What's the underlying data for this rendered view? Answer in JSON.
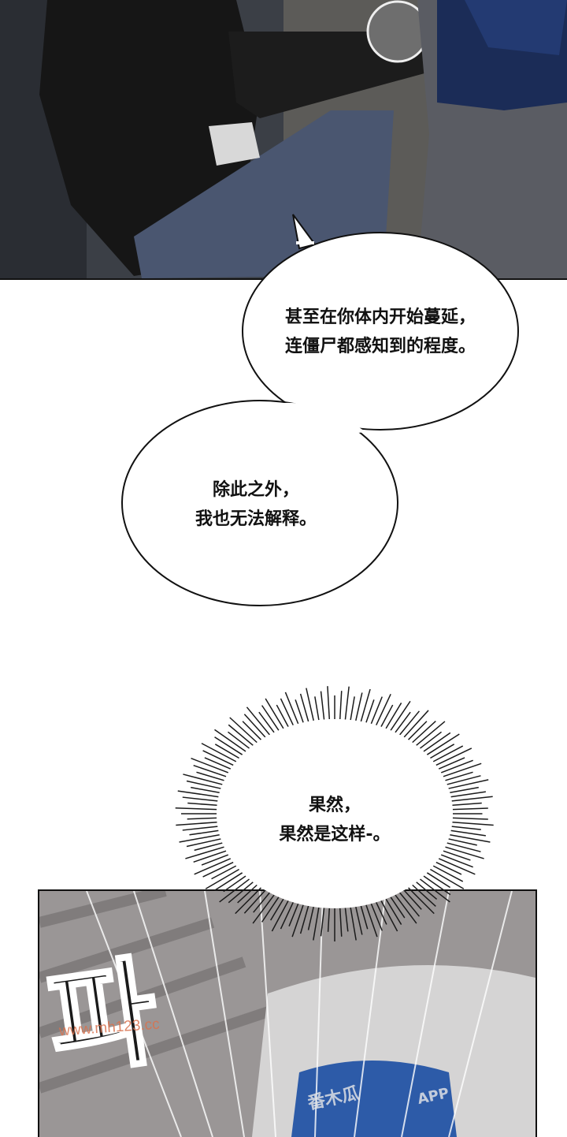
{
  "bubble_1": {
    "line1": "甚至在你体内开始蔓延，",
    "line2": "连僵尸都感知到的程度。"
  },
  "bubble_2": {
    "line1": "除此之外，",
    "line2": "我也无法解释。"
  },
  "burst": {
    "line1": "果然，",
    "line2": "果然是这样-。"
  },
  "sfx": "파",
  "watermarks": {
    "site": "www.mh123.cc",
    "brand": "番木瓜",
    "app": "APP"
  },
  "colors": {
    "panel_top": "#3b3f46",
    "panel_bottom": "#8f8c8c",
    "bubble_fill": "#ffffff",
    "ink": "#111111"
  }
}
